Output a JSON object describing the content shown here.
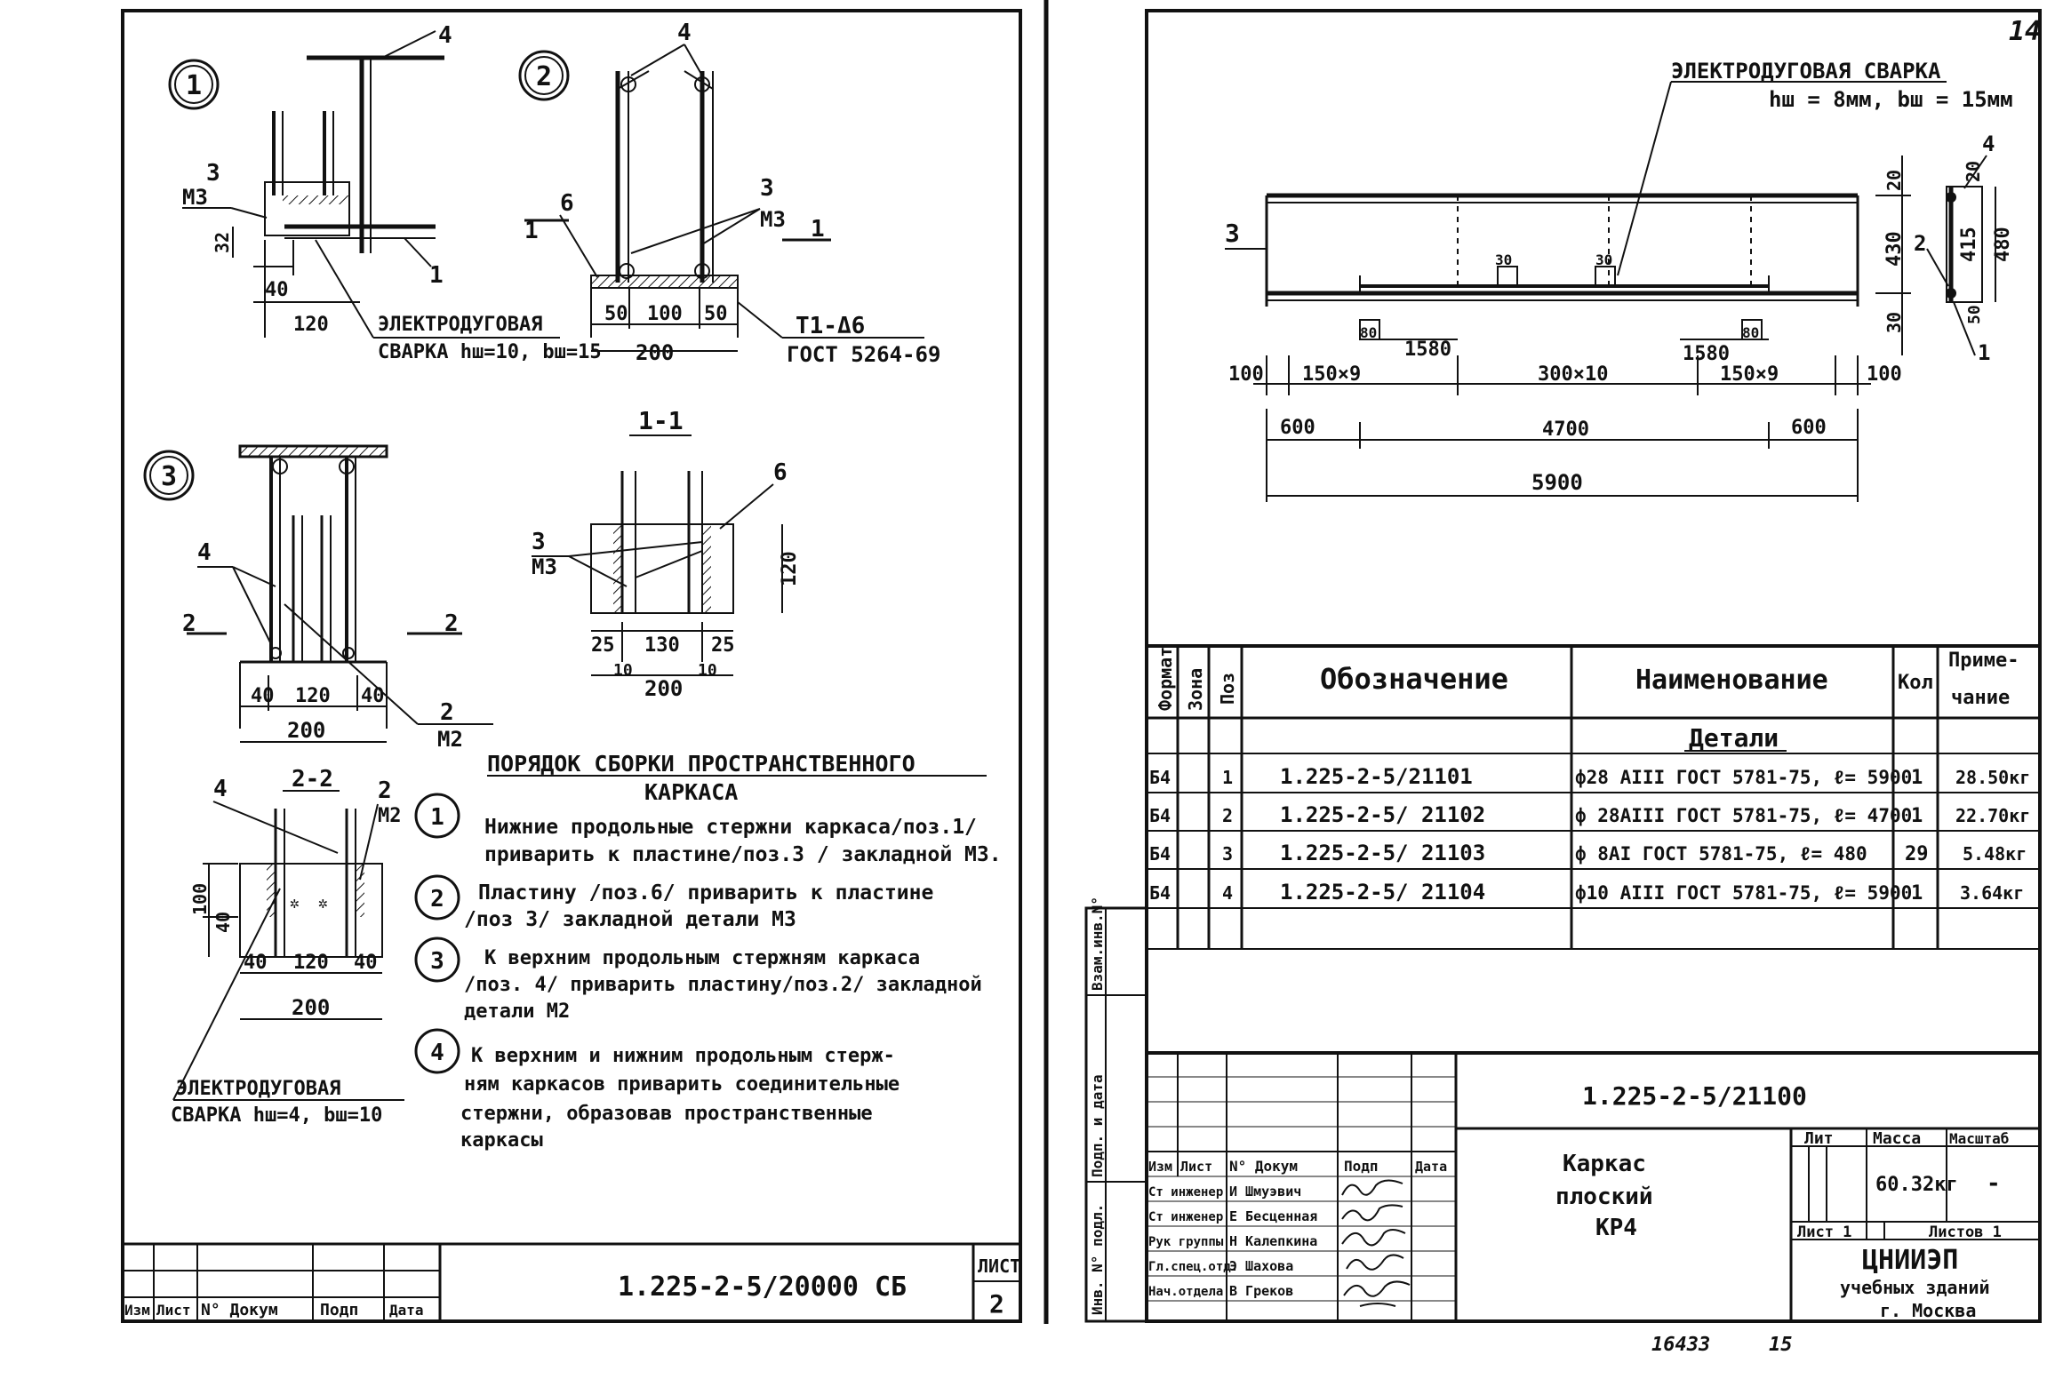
{
  "left_sheet": {
    "detail_markers": [
      "1",
      "2",
      "3"
    ],
    "detail1": {
      "callouts": {
        "pos4": "4",
        "pos3": "3",
        "m3": "М3",
        "pos1": "1"
      },
      "dims": {
        "d32": "32",
        "d40": "40",
        "d120": "120"
      },
      "weld_line1": "ЭЛЕКТРОДУГОВАЯ",
      "weld_line2": "СВАРКА hш=10, bш=15"
    },
    "detail2": {
      "callouts": {
        "pos4": "4",
        "pos6": "6",
        "pos3": "3",
        "m3": "М3",
        "cut1": "1",
        "cut1b": "1"
      },
      "dims": {
        "d50a": "50",
        "d100": "100",
        "d50b": "50",
        "d200": "200"
      },
      "weld_mark": "Т1-Δ6",
      "weld_std": "ГОСТ 5264-69"
    },
    "detail3": {
      "callouts": {
        "pos4": "4",
        "pos2": "2",
        "m2": "М2",
        "cut2": "2",
        "cut2b": "2"
      },
      "dims": {
        "d40a": "40",
        "d120": "120",
        "d40b": "40",
        "d200": "200"
      }
    },
    "section11": {
      "title": "1-1",
      "callouts": {
        "pos6": "6",
        "pos3": "3",
        "m3": "М3"
      },
      "dims": {
        "d120": "120",
        "d25a": "25",
        "d130": "130",
        "d25b": "25",
        "d10a": "10",
        "d10b": "10",
        "d200": "200"
      }
    },
    "section22": {
      "title": "2-2",
      "callouts": {
        "pos4": "4",
        "pos2": "2",
        "m2": "М2"
      },
      "dims": {
        "d100": "100",
        "d40v": "40",
        "d40a": "40",
        "d120": "120",
        "d40b": "40",
        "d200": "200"
      },
      "weld_line1": "ЭЛЕКТРОДУГОВАЯ",
      "weld_line2": "СВАРКА hш=4, bш=10"
    },
    "assembly": {
      "title1": "ПОРЯДОК СБОРКИ ПРОСТРАНСТВЕННОГО",
      "title2": "КАРКАСА",
      "steps": [
        {
          "num": "1",
          "lines": [
            "Нижние продольные стержни каркаса/поз.1/",
            "приварить к пластине/поз.3 / закладной М3."
          ]
        },
        {
          "num": "2",
          "lines": [
            "Пластину /поз.6/ приварить к пластине",
            "/поз 3/ закладной детали М3"
          ]
        },
        {
          "num": "3",
          "lines": [
            "К верхним продольным стержням каркаса",
            "/поз. 4/ приварить пластину/поз.2/ закладной",
            "детали М2"
          ]
        },
        {
          "num": "4",
          "lines": [
            "К верхним и нижним продольным стерж-",
            "ням каркасов приварить соединительные",
            "стержни, образовав пространственные",
            "каркасы"
          ]
        }
      ]
    },
    "title_block": {
      "code": "1.225-2-5/20000 СБ",
      "sheet_label": "ЛИСТ",
      "sheet_num": "2",
      "cols": [
        "Изм",
        "Лист",
        "N° Докум",
        "Подп",
        "Дата"
      ]
    }
  },
  "right_sheet": {
    "page_num": "14",
    "weld_note": "ЭЛЕКТРОДУГОВАЯ СВАРКА",
    "weld_params": "hш = 8мм, bш = 15мм",
    "plan": {
      "callouts": {
        "pos3": "3",
        "pos2": "2",
        "pos1": "1",
        "pos4": "4"
      },
      "dims": {
        "d30a": "30",
        "d30b": "30",
        "d80a": "80",
        "d1580a": "1580",
        "d1580b": "1580",
        "d80b": "80",
        "d100a": "100",
        "d150x9a": "150×9",
        "d300x10": "300×10",
        "d150x9b": "150×9",
        "d100b": "100",
        "d600a": "600",
        "d4700": "4700",
        "d600b": "600",
        "d5900": "5900",
        "d20a": "20",
        "d430": "430",
        "d30c": "30",
        "d20b": "20",
        "d415": "415",
        "d480": "480",
        "d50": "50"
      }
    },
    "spec_table": {
      "headers": {
        "format": "Формат",
        "zone": "Зона",
        "pos": "Поз",
        "designation": "Обозначение",
        "name": "Наименование",
        "qty": "Кол",
        "note": "Приме-\nчание"
      },
      "note_line1": "Приме-",
      "note_line2": "чание",
      "section": "Детали",
      "rows": [
        {
          "format": "Б4",
          "pos": "1",
          "designation": "1.225-2-5/21101",
          "name": "ф28 АIII ГОСТ 5781-75, ℓ= 5900",
          "qty": "1",
          "note": "28.50кг"
        },
        {
          "format": "Б4",
          "pos": "2",
          "designation": "1.225-2-5/ 21102",
          "name": "ф 28АIII ГОСТ 5781-75, ℓ= 4700",
          "qty": "1",
          "note": "22.70кг"
        },
        {
          "format": "Б4",
          "pos": "3",
          "designation": "1.225-2-5/ 21103",
          "name": "ф 8АI ГОСТ 5781-75, ℓ= 480",
          "qty": "29",
          "note": "5.48кг"
        },
        {
          "format": "Б4",
          "pos": "4",
          "designation": "1.225-2-5/ 21104",
          "name": "ф10 АIII ГОСТ 5781-75, ℓ= 5900",
          "qty": "1",
          "note": "3.64кг"
        }
      ]
    },
    "side_stamps": [
      "Взам.инв.N°",
      "Подп. и дата",
      "Инв. N° подл."
    ],
    "title_block": {
      "code": "1.225-2-5/21100",
      "title1": "Каркас",
      "title2": "плоский",
      "title3": "КР4",
      "lit_label": "Лит",
      "mass_label": "Масса",
      "scale_label": "Масштаб",
      "mass": "60.32кг",
      "scale": "-",
      "sheet": "Лист 1",
      "sheets": "Листов 1",
      "org1": "ЦНИИЭП",
      "org2": "учебных зданий",
      "org3": "г. Москва",
      "cols": [
        "Изм",
        "Лист",
        "N° Докум",
        "Подп",
        "Дата"
      ],
      "people": [
        {
          "role": "Ст инженер",
          "name": "И Шмуэвич"
        },
        {
          "role": "Ст инженер",
          "name": "Е Бесценная"
        },
        {
          "role": "Рук группы",
          "name": "Н Калепкина"
        },
        {
          "role": "Гл.спец.отд.",
          "name": "Э Шахова"
        },
        {
          "role": "Нач.отдела",
          "name": "В Греков"
        }
      ]
    },
    "footer_nums": {
      "a": "16433",
      "b": "15"
    }
  }
}
